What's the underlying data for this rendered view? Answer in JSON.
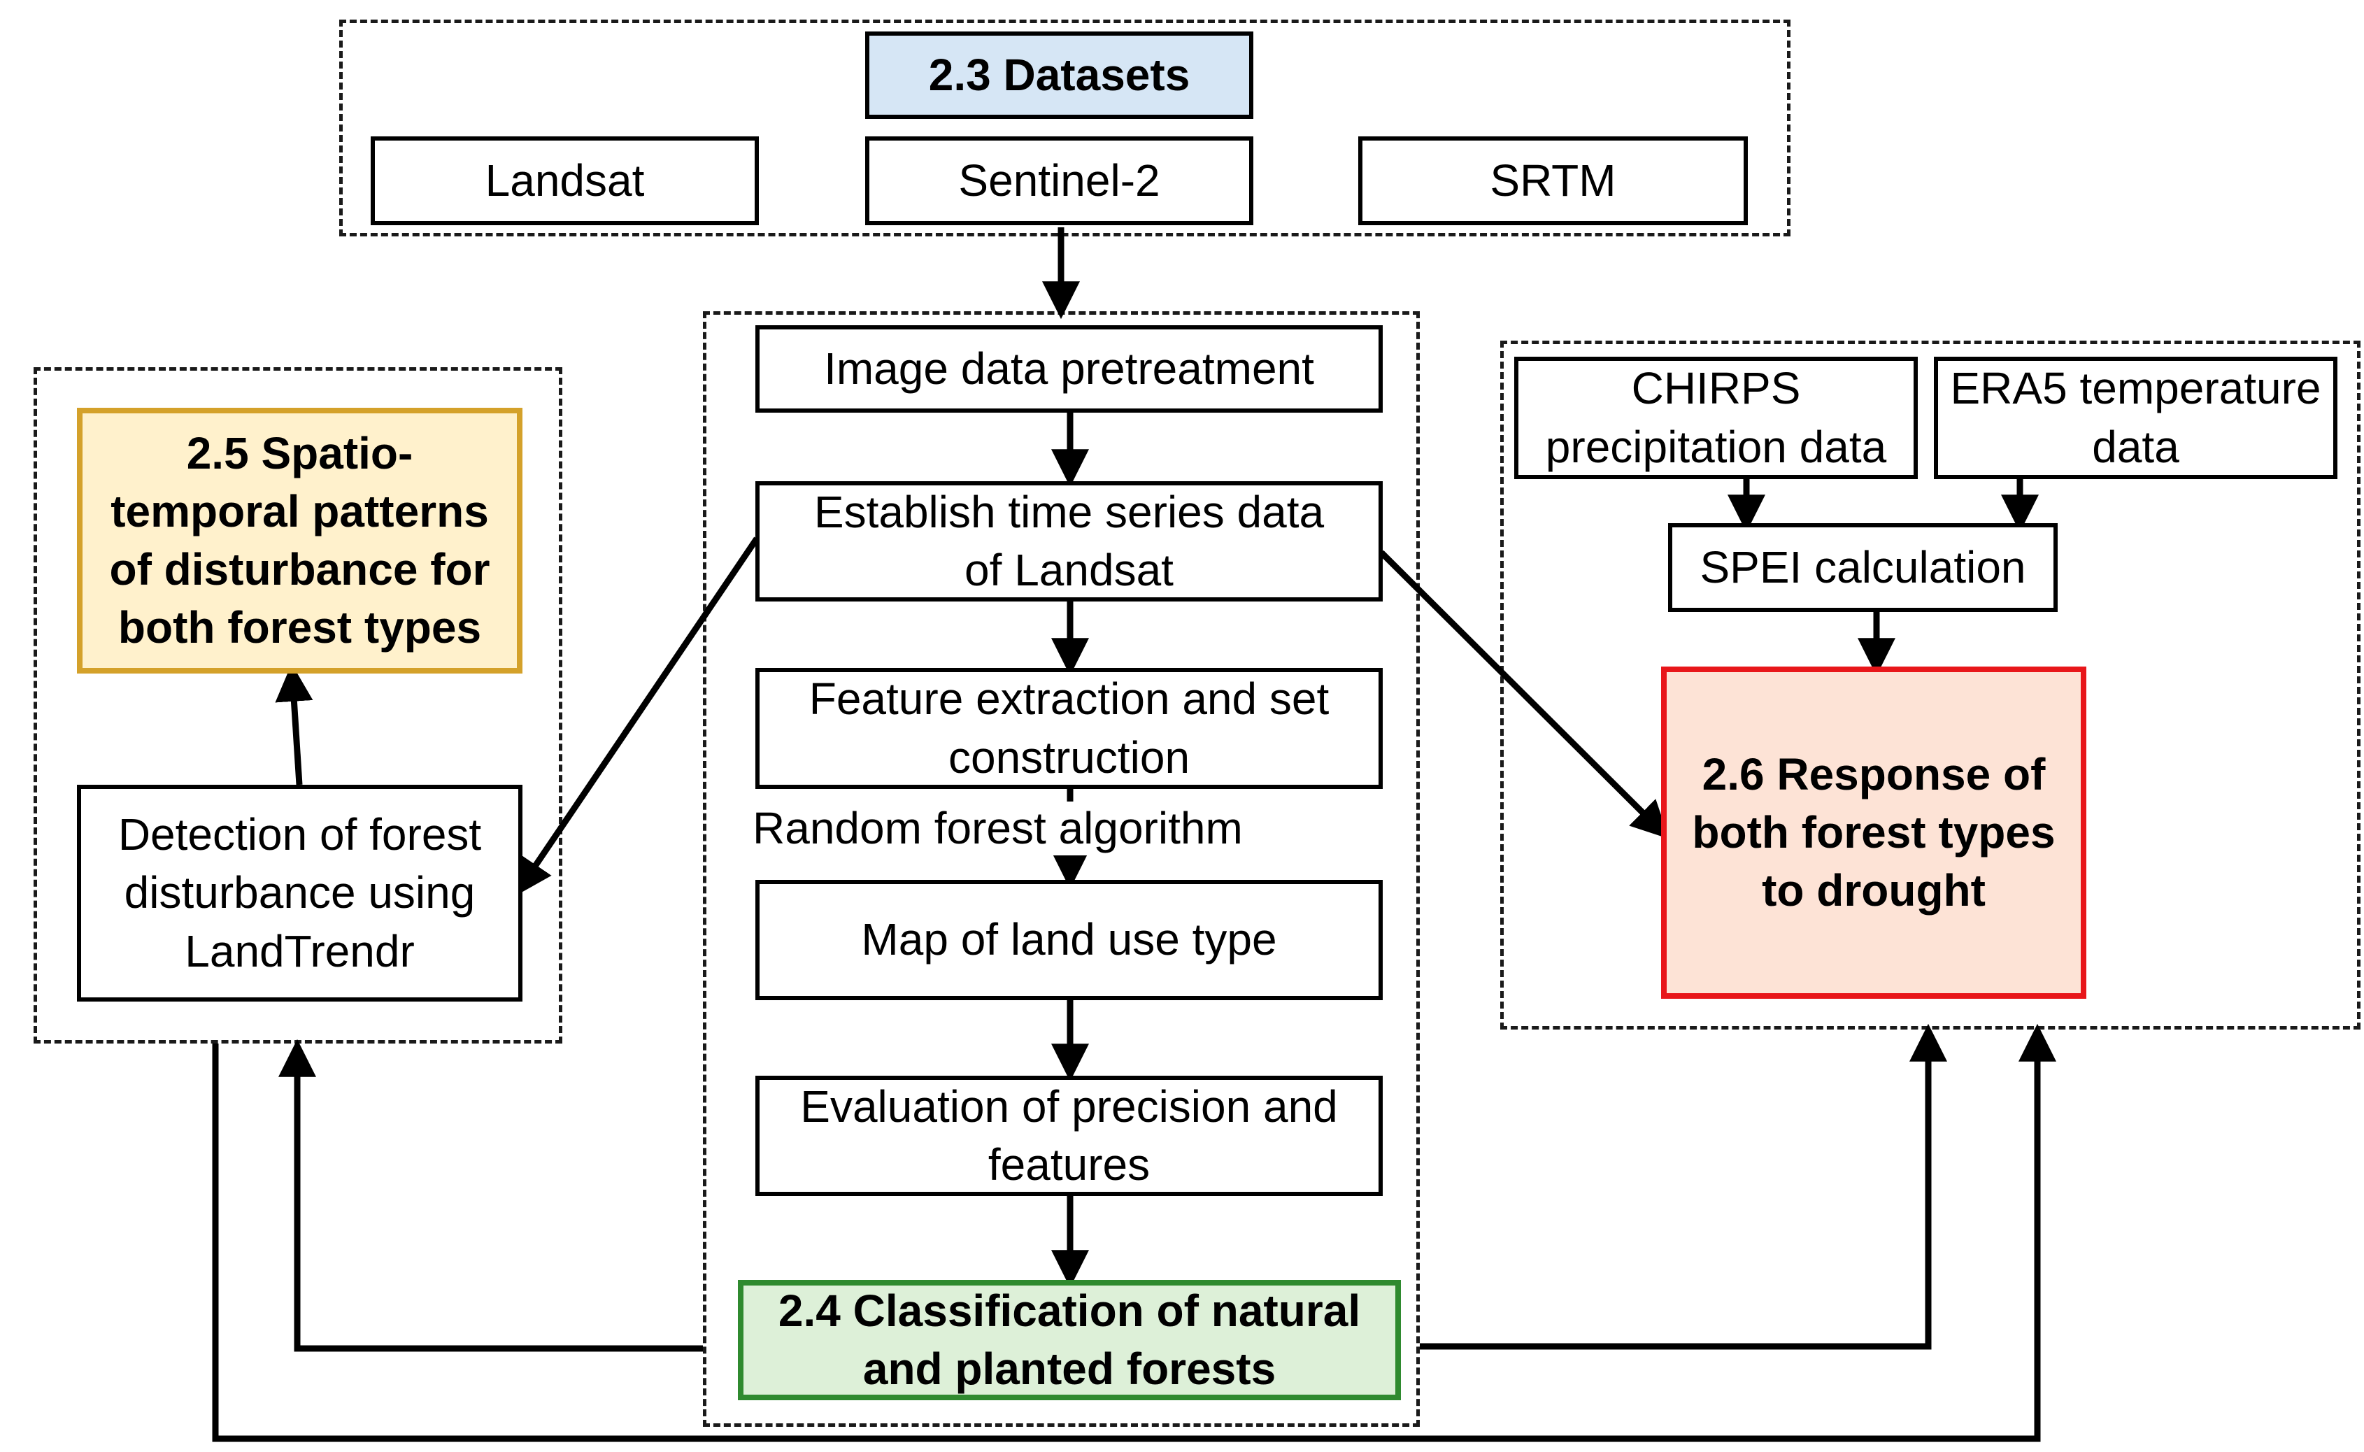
{
  "datasets": {
    "header": "2.3 Datasets",
    "landsat": "Landsat",
    "sentinel": "Sentinel-2",
    "srtm": "SRTM"
  },
  "pipeline": {
    "pretreatment": "Image data pretreatment",
    "time_series": "Establish time series data of Landsat",
    "feature": "Feature extraction and set construction",
    "rf_label": "Random forest  algorithm",
    "landuse": "Map of land use type",
    "evaluation": "Evaluation of precision and features",
    "classification": "2.4 Classification of natural and planted forests"
  },
  "disturbance": {
    "patterns": "2.5 Spatio-temporal patterns of disturbance for both forest types",
    "detection": "Detection of forest disturbance using LandTrendr"
  },
  "drought": {
    "chirps": "CHIRPS precipitation data",
    "era5": "ERA5 temperature data",
    "spei": "SPEI calculation",
    "response": "2.6 Response of both forest types to drought"
  },
  "colors": {
    "header_fill": "#d6e6f5",
    "yellow_fill": "#fff1cc",
    "yellow_border": "#d4a12a",
    "green_fill": "#ddf0d8",
    "green_border": "#2f8a2f",
    "red_fill": "#fde3d6",
    "red_border": "#e8161a"
  }
}
